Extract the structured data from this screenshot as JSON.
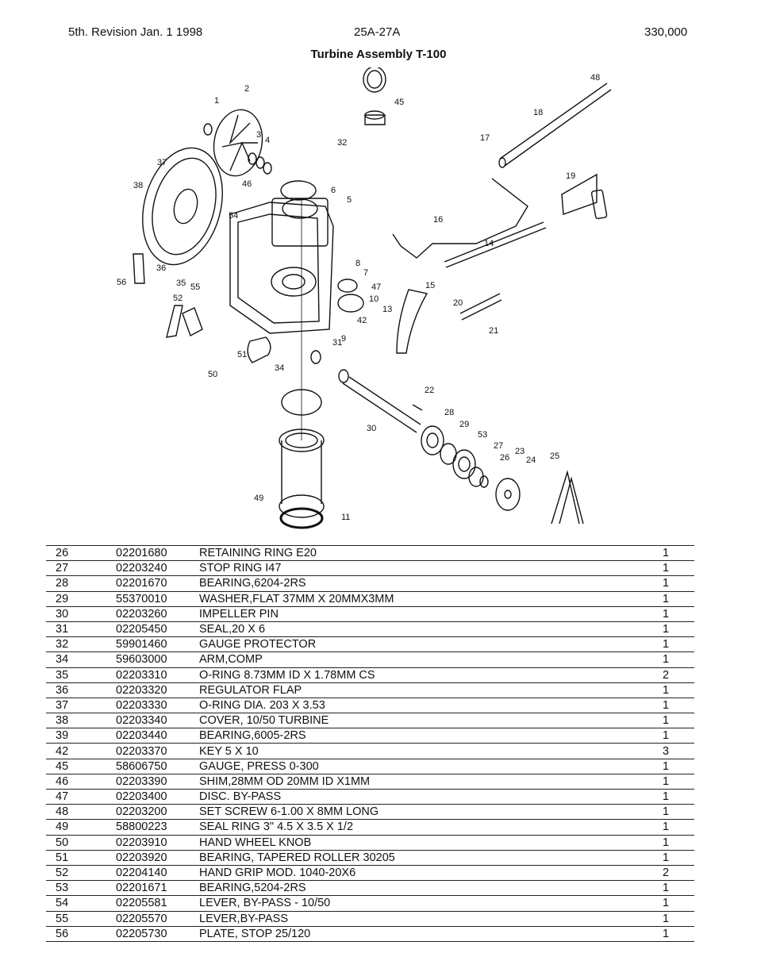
{
  "header": {
    "left": "5th. Revision Jan. 1 1998",
    "center": "25A-27A",
    "right": "330,000"
  },
  "title": "Turbine Assembly T-100",
  "callouts": [
    "1",
    "2",
    "3",
    "4",
    "5",
    "6",
    "7",
    "8",
    "9",
    "10",
    "11",
    "13",
    "14",
    "15",
    "16",
    "17",
    "18",
    "19",
    "20",
    "21",
    "22",
    "23",
    "24",
    "25",
    "26",
    "27",
    "28",
    "29",
    "30",
    "31",
    "32",
    "34",
    "35",
    "36",
    "37",
    "38",
    "42",
    "45",
    "46",
    "47",
    "48",
    "49",
    "50",
    "51",
    "52",
    "53",
    "54",
    "55",
    "56"
  ],
  "parts": [
    {
      "item": "26",
      "part": "02201680",
      "desc": "RETAINING RING E20",
      "qty": "1"
    },
    {
      "item": "27",
      "part": "02203240",
      "desc": "STOP RING I47",
      "qty": "1"
    },
    {
      "item": "28",
      "part": "02201670",
      "desc": "BEARING,6204-2RS",
      "qty": "1"
    },
    {
      "item": "29",
      "part": "55370010",
      "desc": "WASHER,FLAT 37MM X 20MMX3MM",
      "qty": "1"
    },
    {
      "item": "30",
      "part": "02203260",
      "desc": "IMPELLER PIN",
      "qty": "1"
    },
    {
      "item": "31",
      "part": "02205450",
      "desc": "SEAL,20 X 6",
      "qty": "1"
    },
    {
      "item": "32",
      "part": "59901460",
      "desc": "GAUGE PROTECTOR",
      "qty": "1"
    },
    {
      "item": "34",
      "part": "59603000",
      "desc": "ARM,COMP",
      "qty": "1"
    },
    {
      "item": "35",
      "part": "02203310",
      "desc": "O-RING 8.73MM ID X 1.78MM CS",
      "qty": "2"
    },
    {
      "item": "36",
      "part": "02203320",
      "desc": "REGULATOR FLAP",
      "qty": "1"
    },
    {
      "item": "37",
      "part": "02203330",
      "desc": "O-RING DIA. 203 X 3.53",
      "qty": "1"
    },
    {
      "item": "38",
      "part": "02203340",
      "desc": "COVER, 10/50 TURBINE",
      "qty": "1"
    },
    {
      "item": "39",
      "part": "02203440",
      "desc": "BEARING,6005-2RS",
      "qty": "1"
    },
    {
      "item": "42",
      "part": "02203370",
      "desc": "KEY 5 X 10",
      "qty": "3"
    },
    {
      "item": "45",
      "part": "58606750",
      "desc": "GAUGE, PRESS 0-300",
      "qty": "1"
    },
    {
      "item": "46",
      "part": "02203390",
      "desc": "SHIM,28MM OD 20MM ID X1MM",
      "qty": "1"
    },
    {
      "item": "47",
      "part": "02203400",
      "desc": "DISC. BY-PASS",
      "qty": "1"
    },
    {
      "item": "48",
      "part": "02203200",
      "desc": "SET SCREW 6-1.00 X 8MM LONG",
      "qty": "1"
    },
    {
      "item": "49",
      "part": "58800223",
      "desc": "SEAL RING 3\"  4.5 X 3.5 X 1/2",
      "qty": "1"
    },
    {
      "item": "50",
      "part": "02203910",
      "desc": "HAND WHEEL KNOB",
      "qty": "1"
    },
    {
      "item": "51",
      "part": "02203920",
      "desc": "BEARING, TAPERED ROLLER 30205",
      "qty": "1"
    },
    {
      "item": "52",
      "part": "02204140",
      "desc": "HAND GRIP MOD. 1040-20X6",
      "qty": "2"
    },
    {
      "item": "53",
      "part": "02201671",
      "desc": "BEARING,5204-2RS",
      "qty": "1"
    },
    {
      "item": "54",
      "part": "02205581",
      "desc": "LEVER, BY-PASS - 10/50",
      "qty": "1"
    },
    {
      "item": "55",
      "part": "02205570",
      "desc": "LEVER,BY-PASS",
      "qty": "1"
    },
    {
      "item": "56",
      "part": "02205730",
      "desc": "PLATE, STOP 25/120",
      "qty": "1"
    }
  ]
}
